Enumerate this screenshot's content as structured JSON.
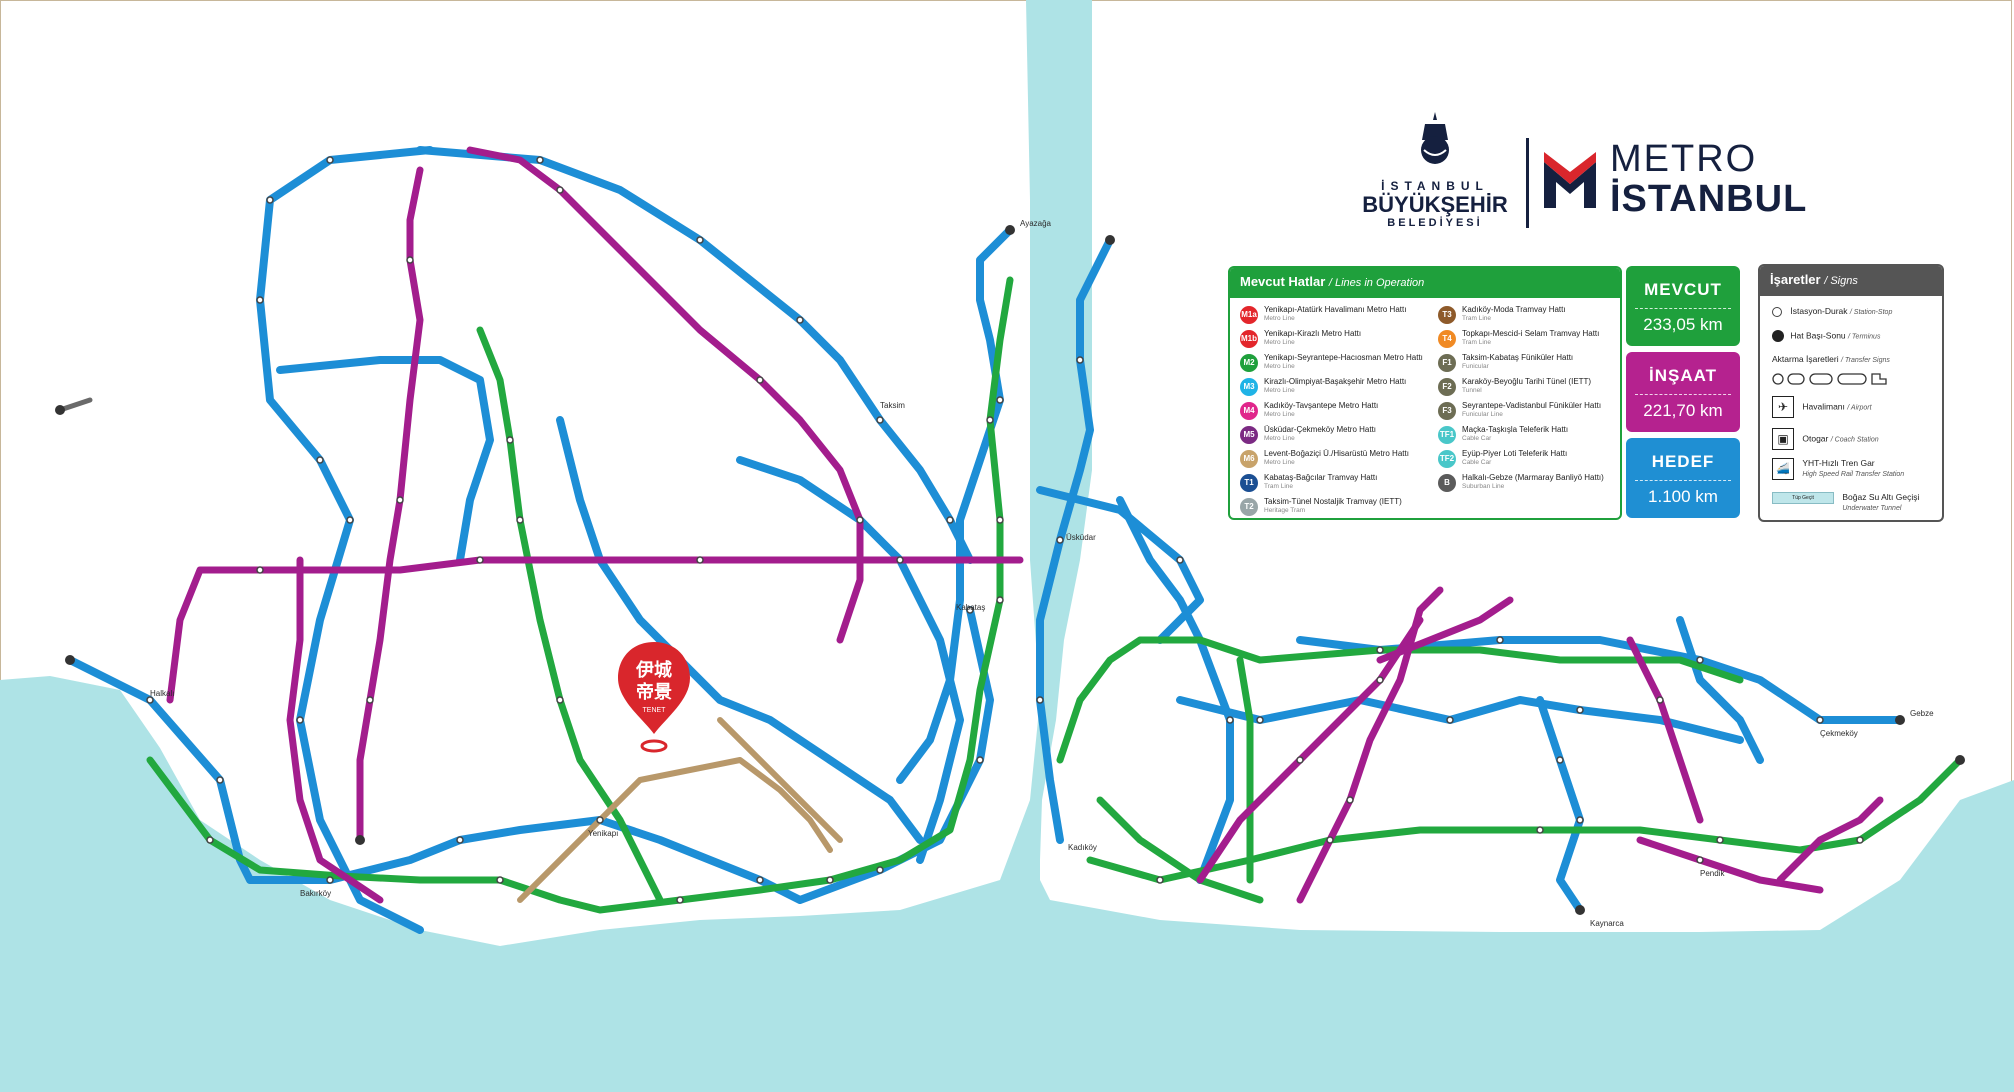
{
  "logos": {
    "ibb_line1": "İSTANBUL",
    "ibb_line2": "BÜYÜKŞEHİR",
    "ibb_line3": "BELEDİYESİ",
    "metro_line1": "METRO",
    "metro_line2": "İSTANBUL"
  },
  "legend": {
    "title": "Mevcut Hatlar",
    "title_en": "/ Lines in Operation",
    "lines": [
      {
        "code": "M1a",
        "color": "#e3262b",
        "name": "Yenikapı-Atatürk Havalimanı Metro Hattı",
        "sub": "Metro Line"
      },
      {
        "code": "M1b",
        "color": "#e3262b",
        "name": "Yenikapı-Kirazlı Metro Hattı",
        "sub": "Metro Line"
      },
      {
        "code": "M2",
        "color": "#1fa03c",
        "name": "Yenikapı-Seyrantepe-Hacıosman Metro Hattı",
        "sub": "Metro Line"
      },
      {
        "code": "M3",
        "color": "#1fb3e6",
        "name": "Kirazlı-Olimpiyat-Başakşehir Metro Hattı",
        "sub": "Metro Line"
      },
      {
        "code": "M4",
        "color": "#e0268b",
        "name": "Kadıköy-Tavşantepe Metro Hattı",
        "sub": "Metro Line"
      },
      {
        "code": "M5",
        "color": "#7b2a83",
        "name": "Üsküdar-Çekmeköy Metro Hattı",
        "sub": "Metro Line"
      },
      {
        "code": "M6",
        "color": "#c8a36a",
        "name": "Levent-Boğaziçi Ü./Hisarüstü Metro Hattı",
        "sub": "Metro Line"
      },
      {
        "code": "T1",
        "color": "#1b4f93",
        "name": "Kabataş-Bağcılar Tramvay Hattı",
        "sub": "Tram Line"
      },
      {
        "code": "T2",
        "color": "#99a6a8",
        "name": "Taksim-Tünel Nostaljik Tramvay (IETT)",
        "sub": "Heritage Tram"
      },
      {
        "code": "T3",
        "color": "#8e5a2a",
        "name": "Kadıköy-Moda Tramvay Hattı",
        "sub": "Tram Line"
      },
      {
        "code": "T4",
        "color": "#f08a24",
        "name": "Topkapı-Mescid-i Selam Tramvay Hattı",
        "sub": "Tram Line"
      },
      {
        "code": "F1",
        "color": "#6d6d54",
        "name": "Taksim-Kabataş Füniküler Hattı",
        "sub": "Funicular"
      },
      {
        "code": "F2",
        "color": "#6d6d54",
        "name": "Karaköy-Beyoğlu Tarihi Tünel (IETT)",
        "sub": "Tunnel"
      },
      {
        "code": "F3",
        "color": "#6d6d54",
        "name": "Seyrantepe-Vadistanbul Füniküler Hattı",
        "sub": "Funicular Line"
      },
      {
        "code": "TF1",
        "color": "#49c7c9",
        "name": "Maçka-Taşkışla Teleferik Hattı",
        "sub": "Cable Car"
      },
      {
        "code": "TF2",
        "color": "#49c7c9",
        "name": "Eyüp-Piyer Loti Teleferik Hattı",
        "sub": "Cable Car"
      },
      {
        "code": "B",
        "color": "#5b5b5b",
        "name": "Halkalı-Gebze (Marmaray Banliyö Hattı)",
        "sub": "Suburban Line"
      }
    ]
  },
  "stats": [
    {
      "label": "MEVCUT",
      "value": "233,05 km",
      "color": "#1fa03c"
    },
    {
      "label": "İNŞAAT",
      "value": "221,70 km",
      "color": "#b5228f"
    },
    {
      "label": "HEDEF",
      "value": "1.100 km",
      "color": "#1f8fd3"
    }
  ],
  "signs": {
    "title": "İşaretler",
    "title_en": "/ Signs",
    "station": "İstasyon-Durak",
    "station_en": "/ Station-Stop",
    "terminus": "Hat Başı-Sonu",
    "terminus_en": "/ Terminus",
    "transfer": "Aktarma İşaretleri",
    "transfer_en": "/ Transfer Signs",
    "airport": "Havalimanı",
    "airport_en": "/ Airport",
    "coach": "Otogar",
    "coach_en": "/ Coach Station",
    "yht": "YHT-Hızlı Tren Gar",
    "yht_en": "High Speed Rail Transfer Station",
    "tunnel_small": "Tüp Geçit",
    "tunnel": "Boğaz Su Altı Geçişi",
    "tunnel_en": "Underwater Tunnel"
  },
  "pin": {
    "line1": "伊城",
    "line2": "帝景",
    "line3": "TENET",
    "color": "#d9262c"
  },
  "map": {
    "colors": {
      "sea": "#aee3e6",
      "metro_green": "#22a83f",
      "blue": "#1d8ed6",
      "magenta": "#a31d8d",
      "tan": "#b8986a"
    },
    "station_labels": [
      "Ayazağa",
      "Kaynarca",
      "Gebze",
      "Kadıköy",
      "Üsküdar",
      "Yenikapı",
      "Kabataş",
      "Taksim",
      "Halkalı",
      "Bakırköy",
      "Pendik",
      "Çekmeköy"
    ]
  }
}
